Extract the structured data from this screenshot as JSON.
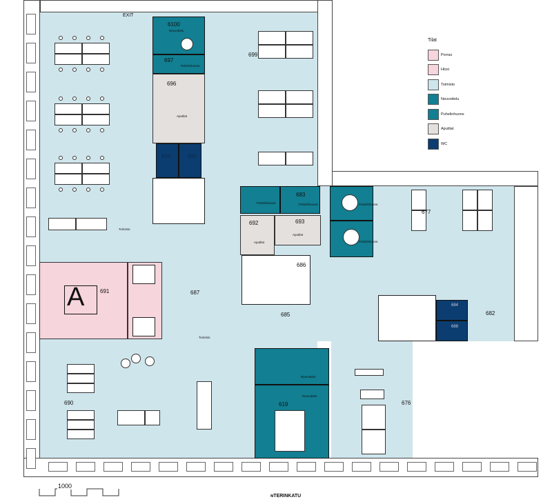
{
  "plan": {
    "exit_label": "EXIT",
    "street_label": "ɴTERINKATU",
    "scale_label": "1000",
    "big_letter": "A",
    "corridor_labels": [
      "Toimisto",
      "Toimisto"
    ]
  },
  "rooms": [
    {
      "number": "6100",
      "type": "Neuvottelu"
    },
    {
      "number": "697",
      "type": "Puhelinhuone"
    },
    {
      "number": "696",
      "type": "Aputilat"
    },
    {
      "number": "694",
      "type": "WC"
    },
    {
      "number": "695",
      "type": "WC"
    },
    {
      "number": "699",
      "type": ""
    },
    {
      "number": "",
      "type": "Puhelinhuone"
    },
    {
      "number": "683",
      "type": "Puhelinhuone"
    },
    {
      "number": "692",
      "type": "Aputilat"
    },
    {
      "number": "693",
      "type": "Aputilat"
    },
    {
      "number": "",
      "type": "Puhelinhuone"
    },
    {
      "number": "",
      "type": "Puhelinhuone"
    },
    {
      "number": "677",
      "type": ""
    },
    {
      "number": "686",
      "type": ""
    },
    {
      "number": "687",
      "type": ""
    },
    {
      "number": "685",
      "type": ""
    },
    {
      "number": "691",
      "type": ""
    },
    {
      "number": "690",
      "type": ""
    },
    {
      "number": "",
      "type": "Neuvottelu"
    },
    {
      "number": "619",
      "type": "Neuvottelu"
    },
    {
      "number": "676",
      "type": ""
    },
    {
      "number": "682",
      "type": ""
    },
    {
      "number": "684",
      "type": "WC"
    },
    {
      "number": "688",
      "type": "WC"
    }
  ],
  "legend": {
    "title": "Tilat",
    "items": [
      {
        "label": "Porras",
        "color": "#f6d5dc"
      },
      {
        "label": "Hissi",
        "color": "#f6d5dc"
      },
      {
        "label": "Toimisto",
        "color": "#cfe5ec"
      },
      {
        "label": "Neuvottelu",
        "color": "#127f92"
      },
      {
        "label": "Puhelinhuone",
        "color": "#127f92"
      },
      {
        "label": "Aputilat",
        "color": "#e4e0dd"
      },
      {
        "label": "WC",
        "color": "#0c3d70"
      }
    ]
  }
}
